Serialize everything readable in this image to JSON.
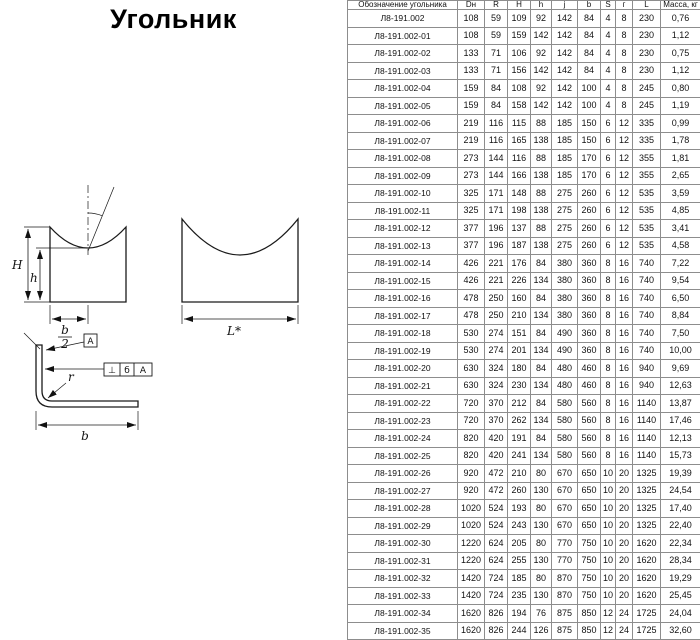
{
  "title": "Угольник",
  "drawing": {
    "dim_H": "H",
    "dim_h": "h",
    "frac_b_num": "b",
    "frac_b_den": "2",
    "dim_L": "L*",
    "datum_label": "A",
    "radius_label": "r",
    "tol_symbol": "⊥",
    "tol_value": "б",
    "tol_datum": "A",
    "dim_b": "b"
  },
  "table": {
    "headers": [
      "Обозначение угольника",
      "Dн",
      "R",
      "H",
      "h",
      "j",
      "b",
      "S",
      "г",
      "L",
      "Масса, кг"
    ],
    "rows": [
      [
        "Л8-191.002",
        "108",
        "59",
        "109",
        "92",
        "142",
        "84",
        "4",
        "8",
        "230",
        "0,76"
      ],
      [
        "Л8-191.002-01",
        "108",
        "59",
        "159",
        "142",
        "142",
        "84",
        "4",
        "8",
        "230",
        "1,12"
      ],
      [
        "Л8-191.002-02",
        "133",
        "71",
        "106",
        "92",
        "142",
        "84",
        "4",
        "8",
        "230",
        "0,75"
      ],
      [
        "Л8-191.002-03",
        "133",
        "71",
        "156",
        "142",
        "142",
        "84",
        "4",
        "8",
        "230",
        "1,12"
      ],
      [
        "Л8-191.002-04",
        "159",
        "84",
        "108",
        "92",
        "142",
        "100",
        "4",
        "8",
        "245",
        "0,80"
      ],
      [
        "Л8-191.002-05",
        "159",
        "84",
        "158",
        "142",
        "142",
        "100",
        "4",
        "8",
        "245",
        "1,19"
      ],
      [
        "Л8-191.002-06",
        "219",
        "116",
        "115",
        "88",
        "185",
        "150",
        "6",
        "12",
        "335",
        "0,99"
      ],
      [
        "Л8-191.002-07",
        "219",
        "116",
        "165",
        "138",
        "185",
        "150",
        "6",
        "12",
        "335",
        "1,78"
      ],
      [
        "Л8-191.002-08",
        "273",
        "144",
        "116",
        "88",
        "185",
        "170",
        "6",
        "12",
        "355",
        "1,81"
      ],
      [
        "Л8-191.002-09",
        "273",
        "144",
        "166",
        "138",
        "185",
        "170",
        "6",
        "12",
        "355",
        "2,65"
      ],
      [
        "Л8-191.002-10",
        "325",
        "171",
        "148",
        "88",
        "275",
        "260",
        "6",
        "12",
        "535",
        "3,59"
      ],
      [
        "Л8-191.002-11",
        "325",
        "171",
        "198",
        "138",
        "275",
        "260",
        "6",
        "12",
        "535",
        "4,85"
      ],
      [
        "Л8-191.002-12",
        "377",
        "196",
        "137",
        "88",
        "275",
        "260",
        "6",
        "12",
        "535",
        "3,41"
      ],
      [
        "Л8-191.002-13",
        "377",
        "196",
        "187",
        "138",
        "275",
        "260",
        "6",
        "12",
        "535",
        "4,58"
      ],
      [
        "Л8-191.002-14",
        "426",
        "221",
        "176",
        "84",
        "380",
        "360",
        "8",
        "16",
        "740",
        "7,22"
      ],
      [
        "Л8-191.002-15",
        "426",
        "221",
        "226",
        "134",
        "380",
        "360",
        "8",
        "16",
        "740",
        "9,54"
      ],
      [
        "Л8-191.002-16",
        "478",
        "250",
        "160",
        "84",
        "380",
        "360",
        "8",
        "16",
        "740",
        "6,50"
      ],
      [
        "Л8-191.002-17",
        "478",
        "250",
        "210",
        "134",
        "380",
        "360",
        "8",
        "16",
        "740",
        "8,84"
      ],
      [
        "Л8-191.002-18",
        "530",
        "274",
        "151",
        "84",
        "490",
        "360",
        "8",
        "16",
        "740",
        "7,50"
      ],
      [
        "Л8-191.002-19",
        "530",
        "274",
        "201",
        "134",
        "490",
        "360",
        "8",
        "16",
        "740",
        "10,00"
      ],
      [
        "Л8-191.002-20",
        "630",
        "324",
        "180",
        "84",
        "480",
        "460",
        "8",
        "16",
        "940",
        "9,69"
      ],
      [
        "Л8-191.002-21",
        "630",
        "324",
        "230",
        "134",
        "480",
        "460",
        "8",
        "16",
        "940",
        "12,63"
      ],
      [
        "Л8-191.002-22",
        "720",
        "370",
        "212",
        "84",
        "580",
        "560",
        "8",
        "16",
        "1140",
        "13,87"
      ],
      [
        "Л8-191.002-23",
        "720",
        "370",
        "262",
        "134",
        "580",
        "560",
        "8",
        "16",
        "1140",
        "17,46"
      ],
      [
        "Л8-191.002-24",
        "820",
        "420",
        "191",
        "84",
        "580",
        "560",
        "8",
        "16",
        "1140",
        "12,13"
      ],
      [
        "Л8-191.002-25",
        "820",
        "420",
        "241",
        "134",
        "580",
        "560",
        "8",
        "16",
        "1140",
        "15,73"
      ],
      [
        "Л8-191.002-26",
        "920",
        "472",
        "210",
        "80",
        "670",
        "650",
        "10",
        "20",
        "1325",
        "19,39"
      ],
      [
        "Л8-191.002-27",
        "920",
        "472",
        "260",
        "130",
        "670",
        "650",
        "10",
        "20",
        "1325",
        "24,54"
      ],
      [
        "Л8-191.002-28",
        "1020",
        "524",
        "193",
        "80",
        "670",
        "650",
        "10",
        "20",
        "1325",
        "17,40"
      ],
      [
        "Л8-191.002-29",
        "1020",
        "524",
        "243",
        "130",
        "670",
        "650",
        "10",
        "20",
        "1325",
        "22,40"
      ],
      [
        "Л8-191.002-30",
        "1220",
        "624",
        "205",
        "80",
        "770",
        "750",
        "10",
        "20",
        "1620",
        "22,34"
      ],
      [
        "Л8-191.002-31",
        "1220",
        "624",
        "255",
        "130",
        "770",
        "750",
        "10",
        "20",
        "1620",
        "28,34"
      ],
      [
        "Л8-191.002-32",
        "1420",
        "724",
        "185",
        "80",
        "870",
        "750",
        "10",
        "20",
        "1620",
        "19,29"
      ],
      [
        "Л8-191.002-33",
        "1420",
        "724",
        "235",
        "130",
        "870",
        "750",
        "10",
        "20",
        "1620",
        "25,45"
      ],
      [
        "Л8-191.002-34",
        "1620",
        "826",
        "194",
        "76",
        "875",
        "850",
        "12",
        "24",
        "1725",
        "24,04"
      ],
      [
        "Л8-191.002-35",
        "1620",
        "826",
        "244",
        "126",
        "875",
        "850",
        "12",
        "24",
        "1725",
        "32,60"
      ]
    ]
  }
}
